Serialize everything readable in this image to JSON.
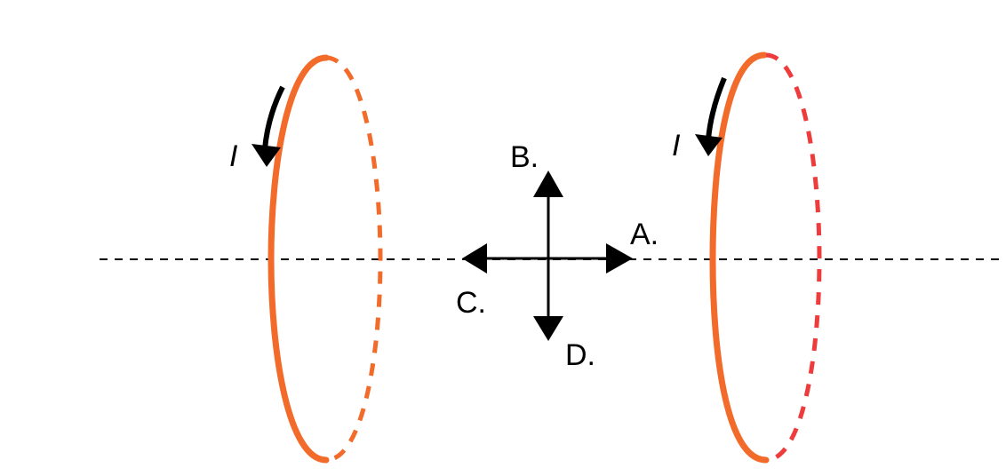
{
  "labels": {
    "current": "I",
    "direction_a": "A.",
    "direction_b": "B.",
    "direction_c": "C.",
    "direction_d": "D."
  },
  "colors": {
    "loop_left": "#f26b2a",
    "loop_right_front": "#f26b2a",
    "loop_right_back": "#ee3b3b",
    "ink": "#000000",
    "background": "#ffffff"
  },
  "icons": {
    "current_arrow": "curved-arrow-down-icon",
    "direction_arrows": "four-way-arrow-icon"
  }
}
